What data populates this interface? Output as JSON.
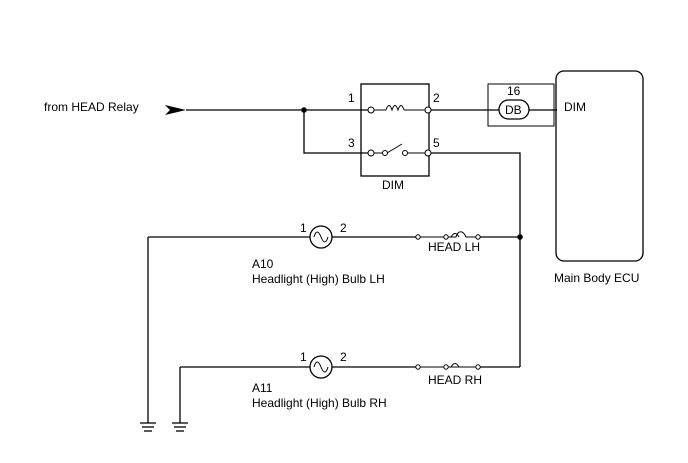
{
  "source_label": "from HEAD Relay",
  "relay": {
    "name": "DIM",
    "pins": {
      "p1": "1",
      "p2": "2",
      "p3": "3",
      "p5": "5"
    }
  },
  "connector": {
    "pin": "16",
    "name": "DB"
  },
  "ecu": {
    "terminal": "DIM",
    "name": "Main Body ECU"
  },
  "bulb_lh": {
    "pin1": "1",
    "pin2": "2",
    "code": "A10",
    "name": "Headlight (High) Bulb LH"
  },
  "bulb_rh": {
    "pin1": "1",
    "pin2": "2",
    "code": "A11",
    "name": "Headlight (High) Bulb RH"
  },
  "fuse_lh": {
    "name": "HEAD LH"
  },
  "fuse_rh": {
    "name": "HEAD RH"
  }
}
